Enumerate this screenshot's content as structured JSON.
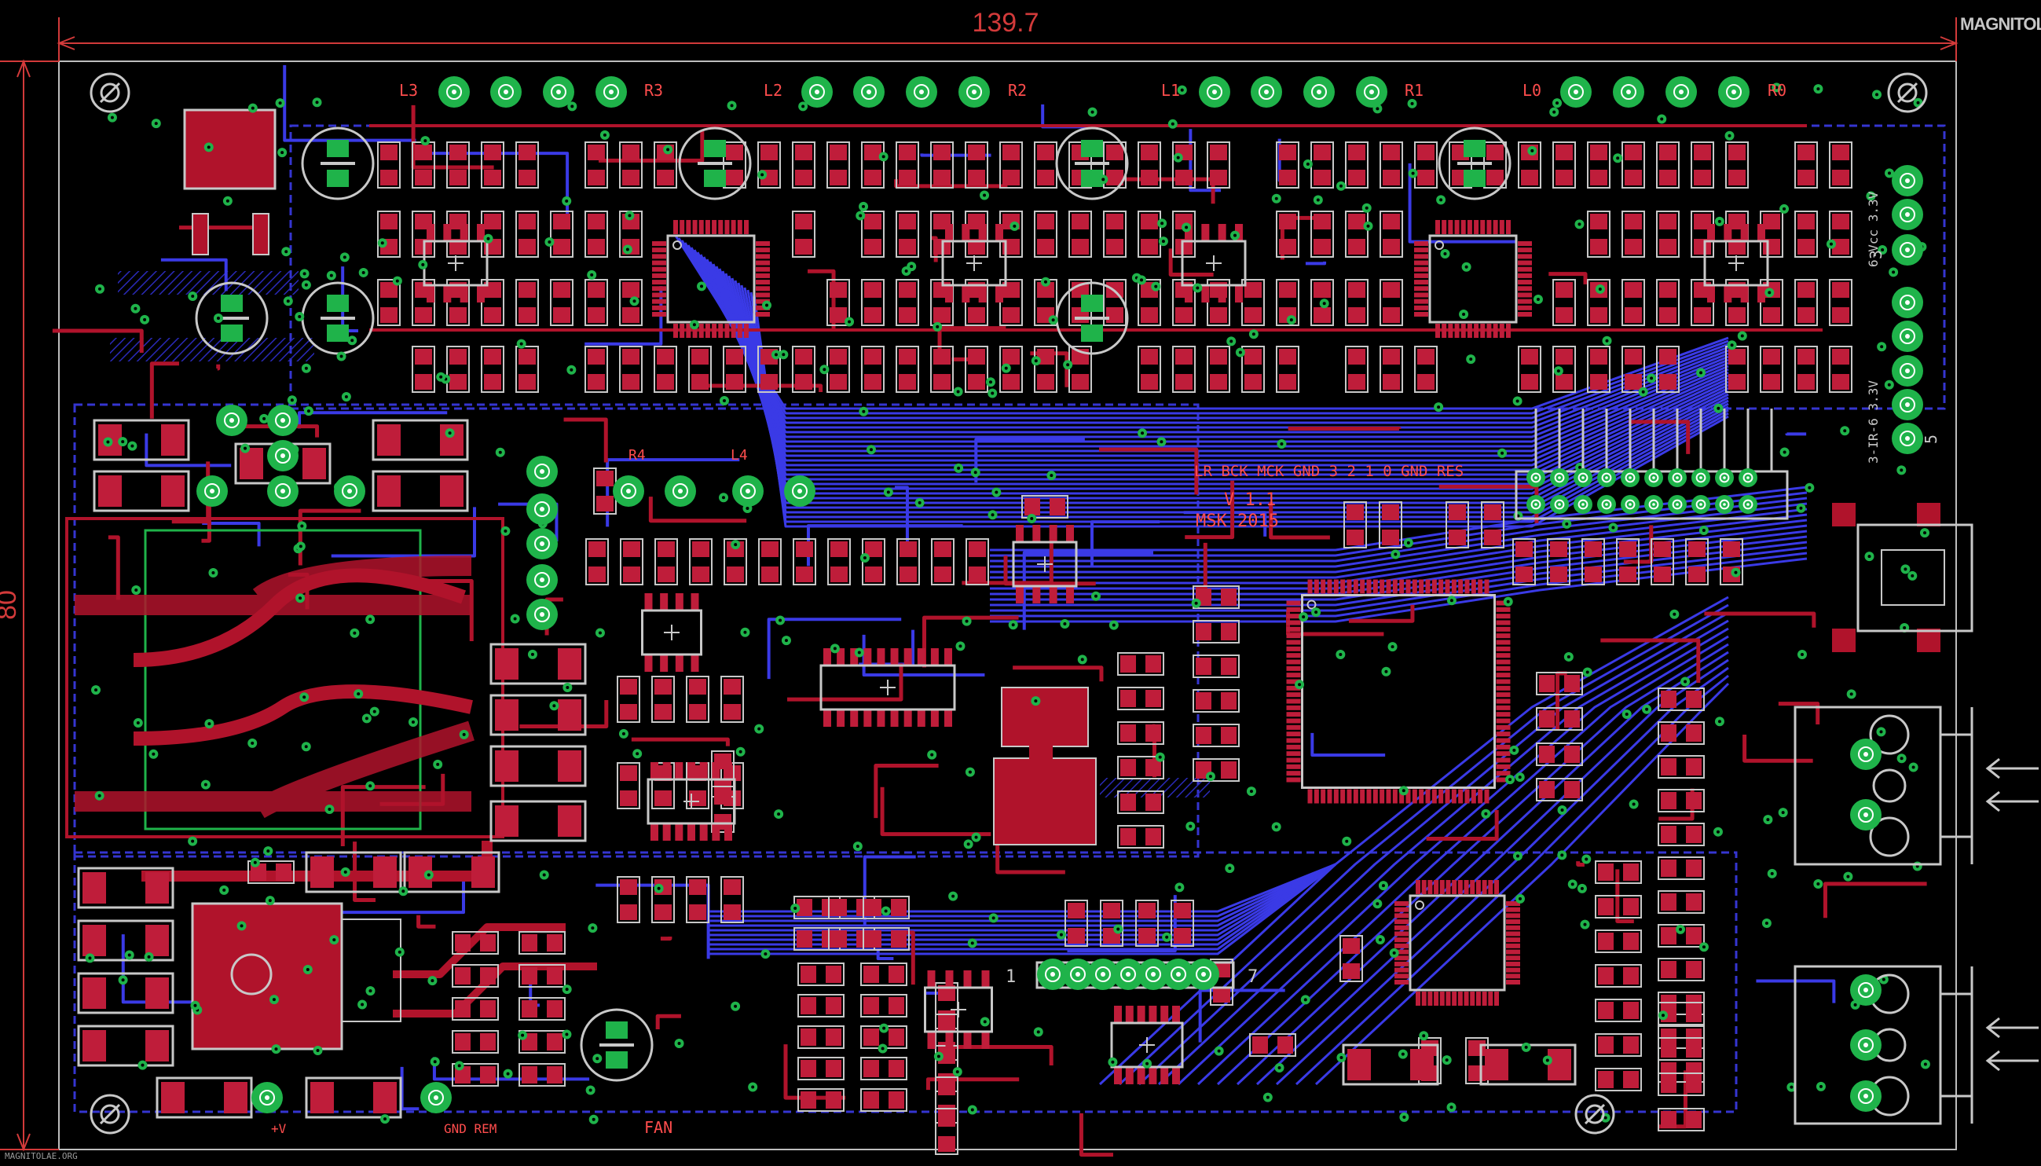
{
  "dimensions": {
    "width_label": "139.7",
    "height_label": "80"
  },
  "watermark": {
    "brand": "MAGNITOLA",
    "tag": ""
  },
  "footer": {
    "text": "MAGNITOLAE.ORG"
  },
  "version": {
    "line1": "V 1.1",
    "line2": "MSK 2015"
  },
  "header_pins": "LR BCK MCK GND 3 2 1 0 GND RES",
  "output_labels": [
    {
      "neg": "L3",
      "pos": "R3"
    },
    {
      "neg": "L2",
      "pos": "R2"
    },
    {
      "neg": "L1",
      "pos": "R1"
    },
    {
      "neg": "L0",
      "pos": "R0"
    }
  ],
  "mid_labels": {
    "r4": "R4",
    "l4": "L4"
  },
  "side_labels": {
    "vcc": "6-Vcc 3.3V",
    "mic": "3-IR-6 3.3V",
    "five": "5",
    "three": "3"
  },
  "bottom_labels": {
    "gnd_rem": "GND REM",
    "vplus": "+V",
    "fan": "FAN",
    "one": "1",
    "seven": "7"
  },
  "colors": {
    "background": "#000000",
    "copper_top": "#b0132b",
    "copper_bottom": "#3a3ae6",
    "pad": "#bf1d3a",
    "via": "#1fb34a",
    "silkscreen": "#c8c8c8",
    "dimension": "#d23a3a"
  }
}
